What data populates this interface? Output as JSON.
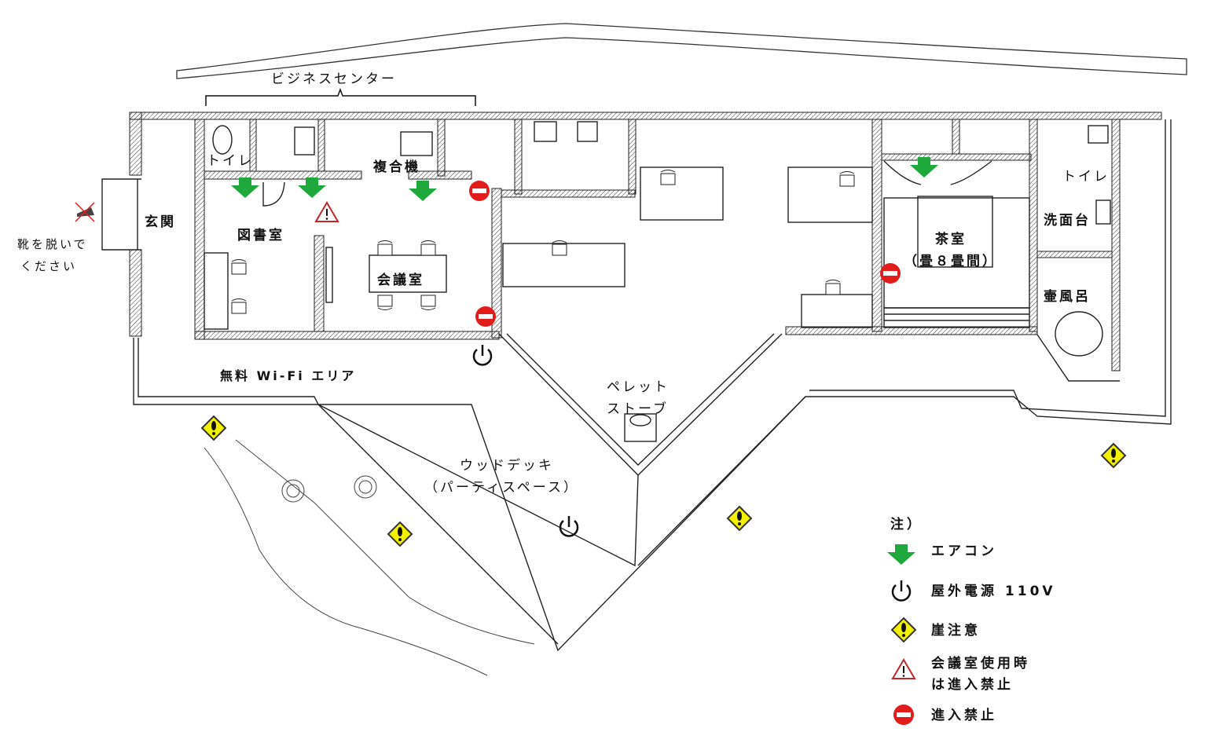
{
  "title": "ビジネスセンター",
  "rooms": {
    "entrance": "玄関",
    "shoes_note_1": "靴を脱いで",
    "shoes_note_2": "ください",
    "toilet_left": "トイレ",
    "copier": "複合機",
    "library": "図書室",
    "meeting_room": "会議室",
    "wifi_area": "無料 Wi-Fi エリア",
    "pellet_stove_1": "ペレット",
    "pellet_stove_2": "ストーブ",
    "wood_deck_1": "ウッドデッキ",
    "wood_deck_2": "（パーティスペース）",
    "tea_room_1": "茶室",
    "tea_room_2": "（畳８畳間）",
    "toilet_right": "トイレ",
    "washstand": "洗面台",
    "pot_bath": "壷風呂"
  },
  "legend": {
    "heading": "注）",
    "items": [
      {
        "icon": "air-conditioner-arrow",
        "label": "エアコン"
      },
      {
        "icon": "power-icon",
        "label": "屋外電源 110V"
      },
      {
        "icon": "cliff-warning-diamond",
        "label": "崖注意"
      },
      {
        "icon": "warning-triangle",
        "label": "会議室使用時",
        "label2": "は進入禁止"
      },
      {
        "icon": "no-entry",
        "label": "進入禁止"
      }
    ]
  },
  "colors": {
    "aircon": "#1fa83c",
    "no_entry": "#e21b1b",
    "warning": "#c0282c",
    "cliff": "#f3f000"
  }
}
